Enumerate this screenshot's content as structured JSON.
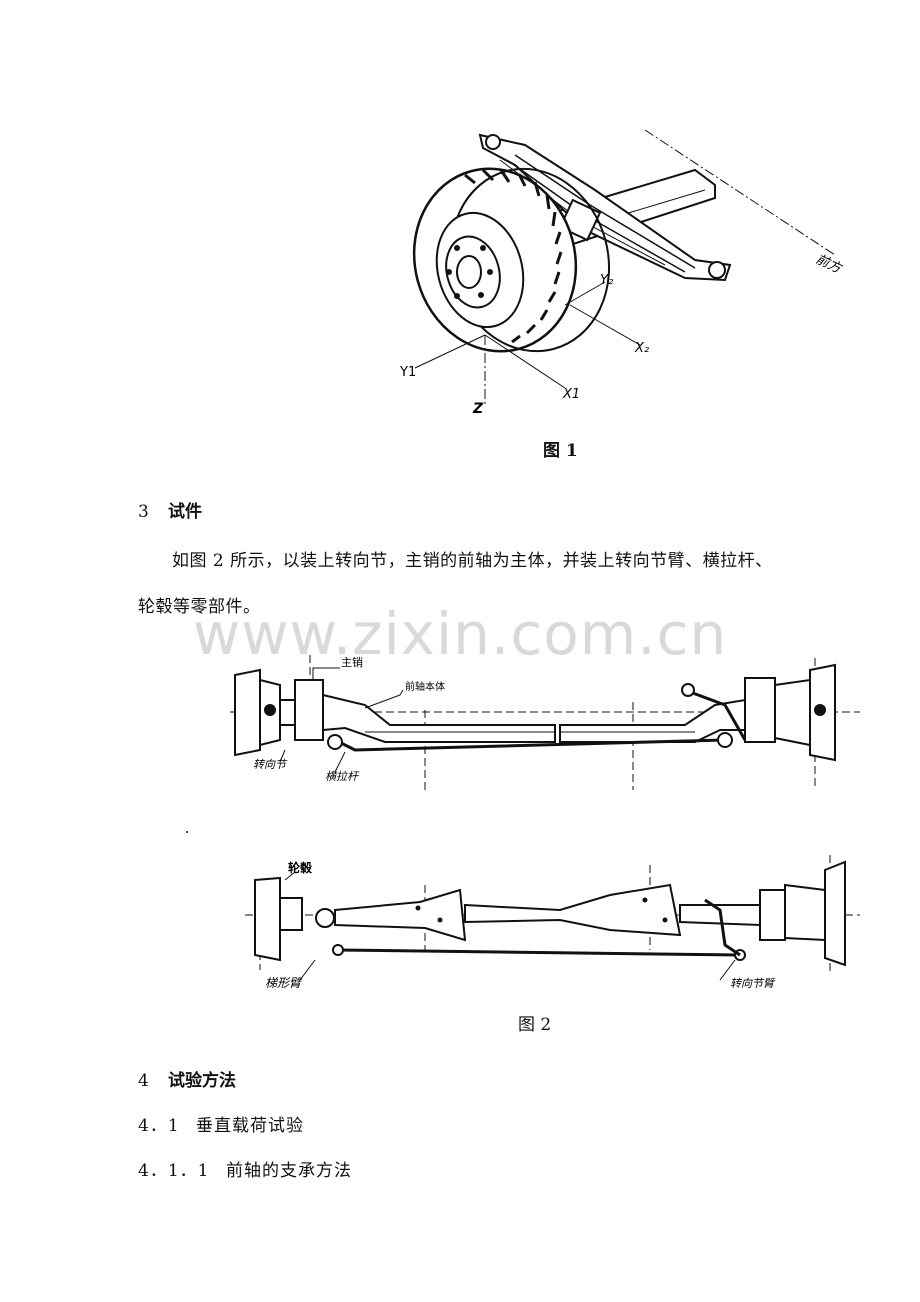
{
  "figure1": {
    "caption": "图 1",
    "labels": {
      "front": "前方",
      "y2": "Y₂",
      "x2": "X₂",
      "y1": "Y1",
      "x1": "X1",
      "z": "Z"
    }
  },
  "section3": {
    "number": "3",
    "title": "试件"
  },
  "paragraph": {
    "line1": "如图 2 所示，以装上转向节，主销的前轴为主体，并装上转向节臂、横拉杆、",
    "line2": "轮毂等零部件。"
  },
  "watermark": "www.zixin.com.cn",
  "figure2": {
    "caption": "图 2",
    "top_labels": {
      "kingpin": "主销",
      "axle_body": "前轴本体",
      "knuckle": "转向节",
      "tie_rod": "横拉杆"
    },
    "bottom_labels": {
      "hub": "轮毂",
      "steering_arm": "梯形臂",
      "knuckle_arm": "转向节臂"
    }
  },
  "section4": {
    "number": "4",
    "title": "试验方法"
  },
  "subsection_4_1": {
    "number": "4．1",
    "title": "垂直载荷试验"
  },
  "subsection_4_1_1": {
    "number": "4．1．1",
    "title": "前轴的支承方法"
  }
}
